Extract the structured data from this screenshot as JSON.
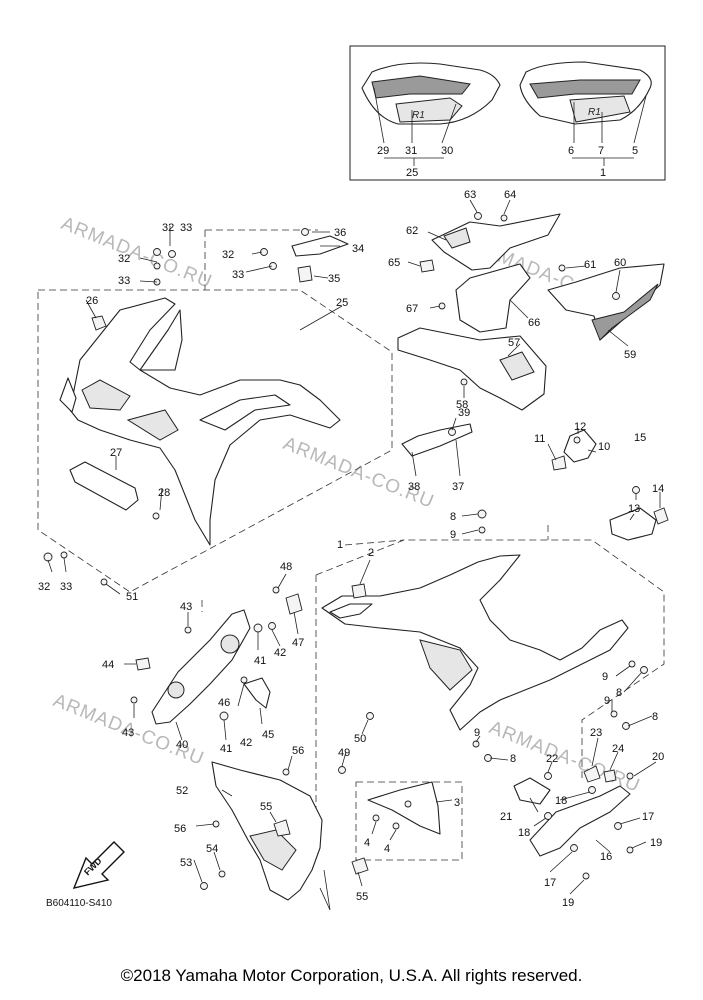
{
  "labels": {
    "n1": "1",
    "n2": "2",
    "n3": "3",
    "n4a": "4",
    "n4b": "4",
    "n5": "5",
    "n6": "6",
    "n7": "7",
    "n8a": "8",
    "n8b": "8",
    "n8c": "8",
    "n8d": "8",
    "n9a": "9",
    "n9b": "9",
    "n9c": "9",
    "n9d": "9",
    "n10": "10",
    "n11": "11",
    "n12": "12",
    "n13": "13",
    "n14": "14",
    "n15": "15",
    "n16": "16",
    "n17a": "17",
    "n17b": "17",
    "n18a": "18",
    "n18b": "18",
    "n19a": "19",
    "n19b": "19",
    "n20": "20",
    "n21": "21",
    "n22": "22",
    "n23": "23",
    "n24": "24",
    "n25": "25",
    "n25b": "25",
    "n26": "26",
    "n27": "27",
    "n28": "28",
    "n29": "29",
    "n30": "30",
    "n31": "31",
    "n32a": "32",
    "n32b": "32",
    "n32c": "32",
    "n32d": "32",
    "n33a": "33",
    "n33b": "33",
    "n33c": "33",
    "n33d": "33",
    "n34": "34",
    "n35": "35",
    "n36": "36",
    "n37": "37",
    "n38": "38",
    "n39": "39",
    "n40": "40",
    "n41a": "41",
    "n41b": "41",
    "n42a": "42",
    "n42b": "42",
    "n43a": "43",
    "n43b": "43",
    "n44": "44",
    "n45": "45",
    "n46": "46",
    "n47": "47",
    "n48": "48",
    "n49": "49",
    "n50": "50",
    "n51": "51",
    "n52": "52",
    "n53": "53",
    "n54": "54",
    "n55a": "55",
    "n55b": "55",
    "n56a": "56",
    "n56b": "56",
    "n57": "57",
    "n58": "58",
    "n59": "59",
    "n60": "60",
    "n61": "61",
    "n62": "62",
    "n63": "63",
    "n64": "64",
    "n65": "65",
    "n66": "66",
    "n67": "67"
  },
  "fwd_label": "FWD",
  "ref_code": "B604110-S410",
  "watermark": "ARMADA-CO.RU",
  "decal_text": "R1",
  "copyright": "©2018 Yamaha Motor Corporation, U.S.A. All rights reserved."
}
